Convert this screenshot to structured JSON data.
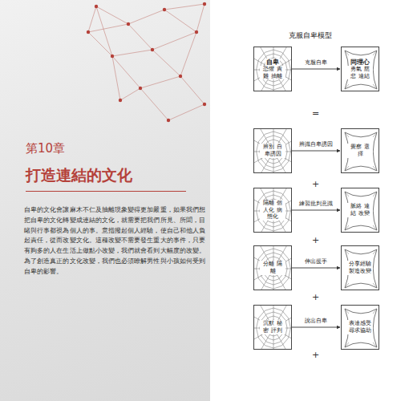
{
  "diagram": {
    "title": "克服自卑模型",
    "nodes": [
      {
        "text": [
          "自卑",
          "恐懼 責難 抽離"
        ]
      },
      {
        "text": [
          "同理心",
          "勇氣 慈悲 連結"
        ]
      },
      {
        "text": [
          "辨別 自卑誘因"
        ]
      },
      {
        "text": [
          "覺察 選擇"
        ]
      },
      {
        "text": [
          "隔離 個人化 病態化"
        ]
      },
      {
        "text": [
          "脈絡 連結 改變"
        ]
      },
      {
        "text": [
          "分離 隔離"
        ]
      },
      {
        "text": [
          "分享經驗 製造改變"
        ]
      },
      {
        "text": [
          "沉默 秘密 評判"
        ]
      },
      {
        "text": [
          "表達感受 尋求協助"
        ]
      }
    ],
    "edges": [
      {
        "from": 0,
        "to": 1,
        "label": "克服自卑",
        "arrow": "to"
      },
      {
        "from": 2,
        "to": 3,
        "label": "辨識自卑誘因",
        "arrow": "to"
      },
      {
        "from": 4,
        "to": 5,
        "label": "練習批判意識",
        "arrow": "to"
      },
      {
        "from": 6,
        "to": 7,
        "label": "伸出援手",
        "arrow": "to"
      },
      {
        "from": 8,
        "to": 9,
        "label": "說出自卑",
        "arrow": "to"
      }
    ],
    "labels": [
      "第10章",
      "打造連結的文化",
      "自卑的文化會讓麻木不仁及抽離現象變得更加嚴重，如果我們想把自卑的文化轉變成連結的文化，就需要把我們所見、所聞，目睹與行事都視為個人的事。意指撥起個人經驗，使自己和他人負起責任，從而改變文化。這種改變不需要發生重大的事件，只要有夠多的人在生活上做點小改變，我們就會看到大幅度的改變。為了創造真正的文化改變，我們也必須瞭解男性與小孩如何受到自卑的影響。",
      "=",
      "+",
      "+",
      "+",
      "+"
    ]
  }
}
